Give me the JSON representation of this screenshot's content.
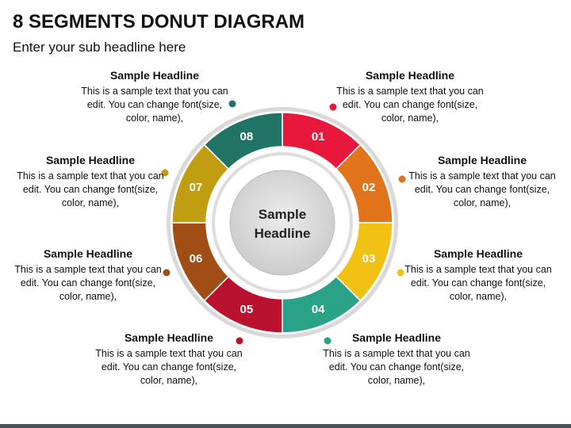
{
  "title": "8 SEGMENTS DONUT DIAGRAM",
  "subtitle": "Enter your sub headline here",
  "center_label": [
    "Sample",
    "Headline"
  ],
  "segments": [
    {
      "label": "01",
      "color": "#e8173c"
    },
    {
      "label": "02",
      "color": "#e1741b"
    },
    {
      "label": "03",
      "color": "#f1c113"
    },
    {
      "label": "04",
      "color": "#2aa287"
    },
    {
      "label": "05",
      "color": "#b8122f"
    },
    {
      "label": "06",
      "color": "#a14d16"
    },
    {
      "label": "07",
      "color": "#c19d12"
    },
    {
      "label": "08",
      "color": "#207466"
    }
  ],
  "blocks": [
    {
      "headline": "Sample Headline",
      "body": "This is a sample text that you can edit. You can change font(size, color, name),"
    },
    {
      "headline": "Sample Headline",
      "body": "This is a sample text that you can edit. You can change font(size, color, name),"
    },
    {
      "headline": "Sample Headline",
      "body": "This is a sample text that you can edit. You can change font(size, color, name),"
    },
    {
      "headline": "Sample Headline",
      "body": "This is a sample text that you can edit. You can change font(size, color, name),"
    },
    {
      "headline": "Sample Headline",
      "body": "This is a sample text that you can edit. You can change font(size, color, name),"
    },
    {
      "headline": "Sample Headline",
      "body": "This is a sample text that you can edit. You can change font(size, color, name),"
    },
    {
      "headline": "Sample Headline",
      "body": "This is a sample text that you can edit. You can change font(size, color, name),"
    },
    {
      "headline": "Sample Headline",
      "body": "This is a sample text that you can edit. You can change font(size, color, name),"
    }
  ],
  "colors": {
    "outer_ring": "#d9d9d9",
    "inner_disc": "#d4d4d4",
    "inner_ring": "#dcdcdc",
    "bottom_bar": "#4a5563"
  }
}
